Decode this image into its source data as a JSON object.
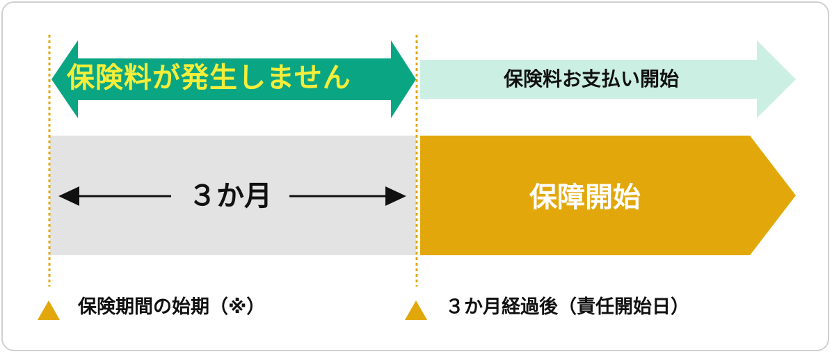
{
  "labels": {
    "no_premium": "保険料が発生しません",
    "premium_payment_start": "保険料お支払い開始",
    "three_months": "３か月",
    "coverage_start": "保障開始",
    "policy_start": "保険期間の始期（※）",
    "after_three_months": "３か月経過後（責任開始日）"
  },
  "colors": {
    "no_premium_arrow": "#0aa684",
    "no_premium_text": "#f4ee3a",
    "payment_arrow": "#ccefe4",
    "waiting_band": "#e3e3e3",
    "coverage_arrow": "#e2a80b",
    "marker": "#e2a80b",
    "dotted_line": "#e2a80b"
  }
}
